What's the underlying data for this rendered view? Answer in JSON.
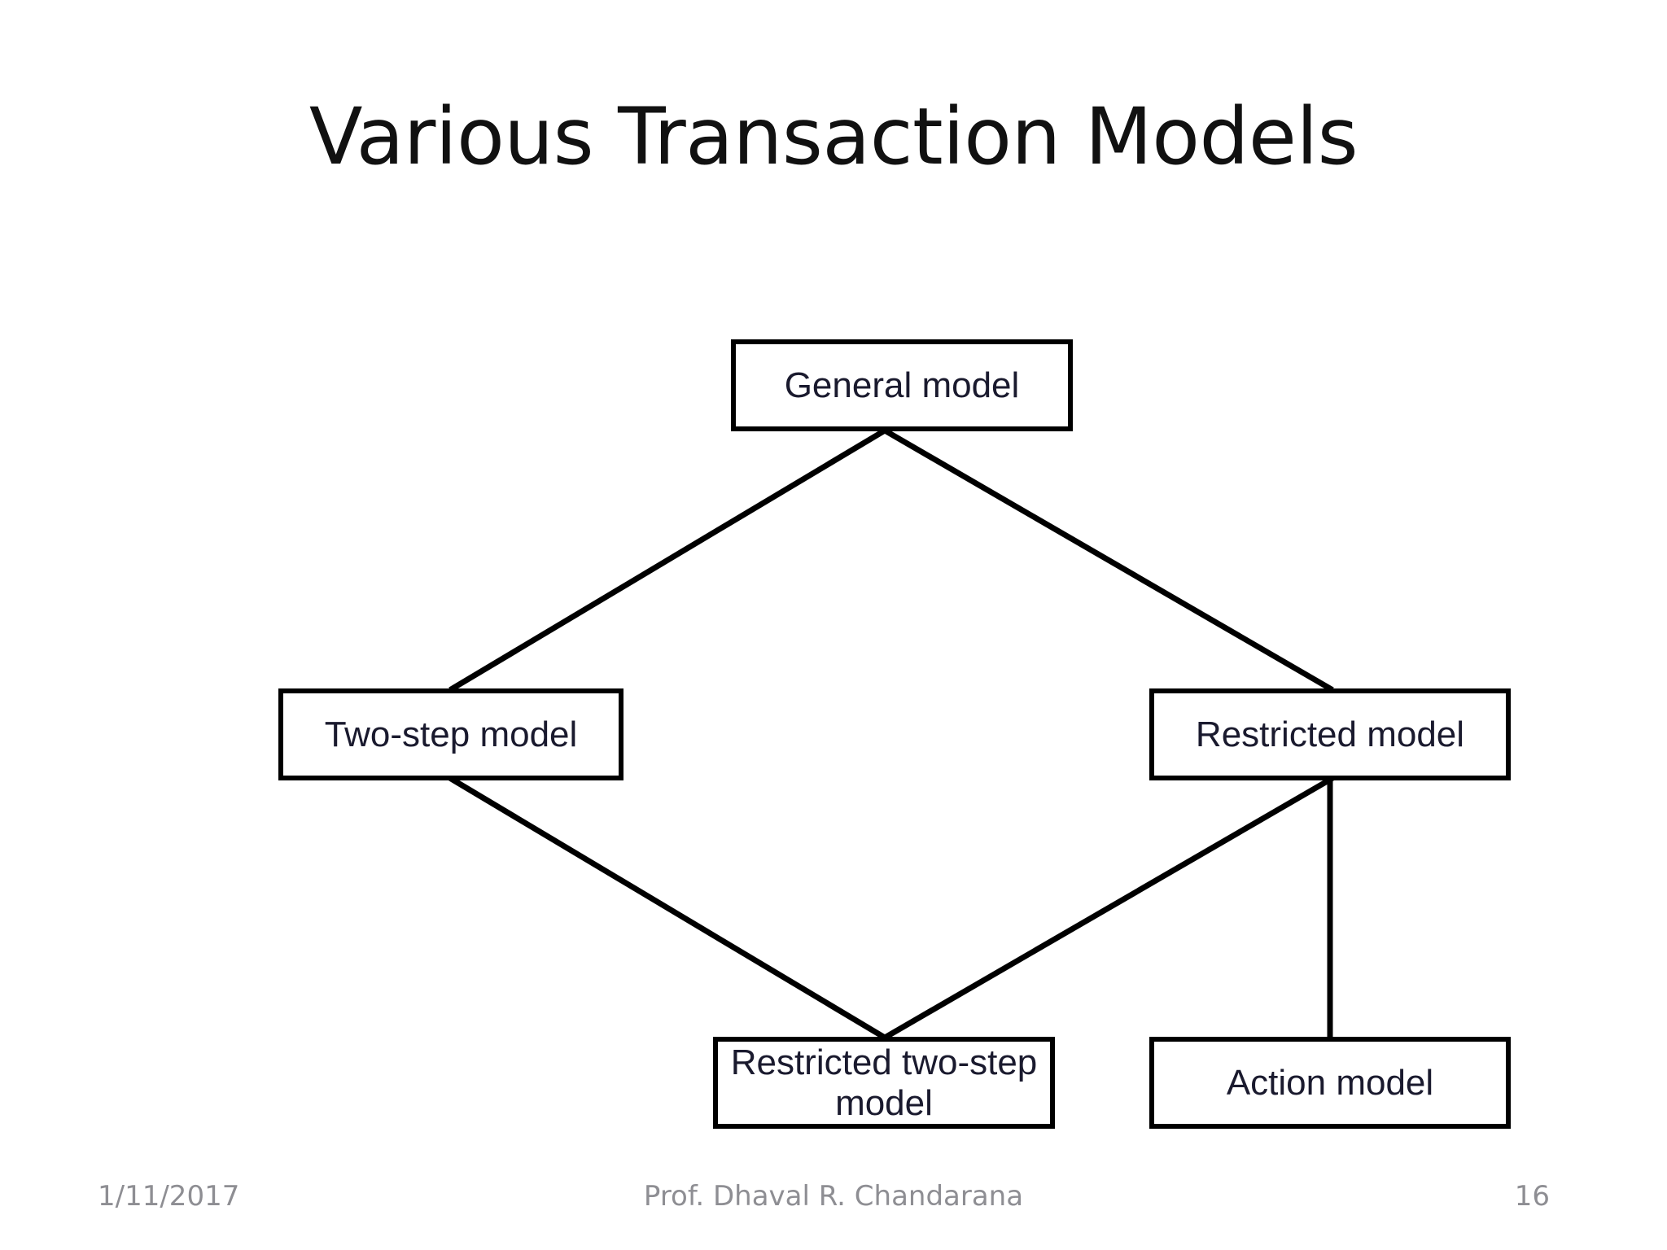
{
  "slide": {
    "title": "Various Transaction Models",
    "background_color": "#ffffff",
    "title_color": "#111111"
  },
  "diagram": {
    "type": "hierarchy-tree",
    "line_color": "#000000",
    "box_border_color": "#000000",
    "box_fill_color": "#ffffff",
    "box_text_color": "#1a1a2e",
    "nodes": [
      {
        "id": "general",
        "label": "General model"
      },
      {
        "id": "two-step",
        "label": "Two-step model"
      },
      {
        "id": "restricted",
        "label": "Restricted model"
      },
      {
        "id": "restricted-two",
        "label": "Restricted two-step\nmodel"
      },
      {
        "id": "action",
        "label": "Action model"
      }
    ],
    "edges": [
      {
        "from": "general",
        "to": "two-step",
        "style": "diagonal"
      },
      {
        "from": "general",
        "to": "restricted",
        "style": "diagonal"
      },
      {
        "from": "two-step",
        "to": "restricted-two",
        "style": "diagonal"
      },
      {
        "from": "restricted",
        "to": "restricted-two",
        "style": "diagonal"
      },
      {
        "from": "restricted",
        "to": "action",
        "style": "vertical"
      }
    ]
  },
  "footer": {
    "date": "1/11/2017",
    "author": "Prof. Dhaval R. Chandarana",
    "page_number": "16",
    "text_color": "#8e8e93"
  }
}
